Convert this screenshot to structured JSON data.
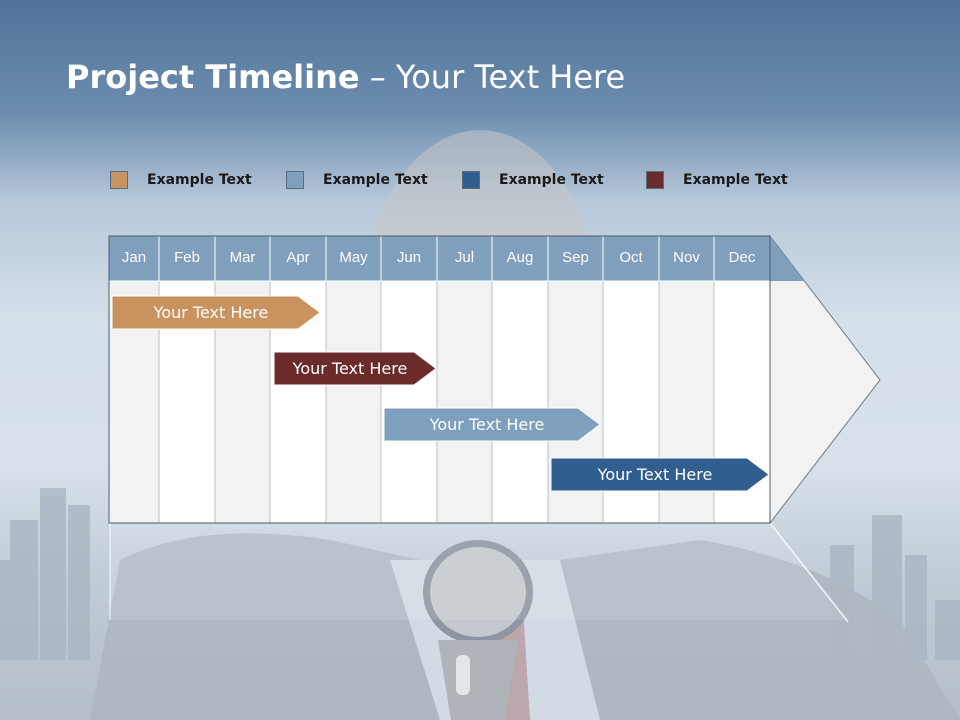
{
  "title": {
    "bold": "Project Timeline",
    "rest": " – Your Text Here"
  },
  "legend": [
    {
      "label": "Example Text",
      "color": "#c8935e"
    },
    {
      "label": "Example Text",
      "color": "#7e9fbd"
    },
    {
      "label": "Example Text",
      "color": "#2f5e8f"
    },
    {
      "label": "Example Text",
      "color": "#6b2b2b"
    }
  ],
  "months": [
    "Jan",
    "Feb",
    "Mar",
    "Apr",
    "May",
    "Jun",
    "Jul",
    "Aug",
    "Sep",
    "Oct",
    "Nov",
    "Dec"
  ],
  "tasks": [
    {
      "label": "Your  Text Here",
      "color": "#c8935e"
    },
    {
      "label": "Your  Text Here",
      "color": "#6b2b2b"
    },
    {
      "label": "Your  Text Here",
      "color": "#7e9fbd"
    },
    {
      "label": "Your  Text Here",
      "color": "#2f5e8f"
    }
  ],
  "header_color": "#7f9fbd"
}
